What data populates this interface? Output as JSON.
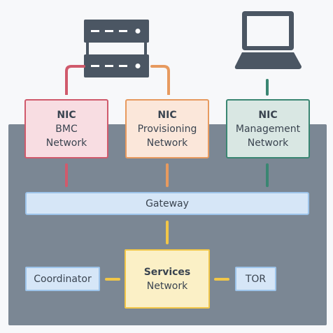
{
  "diagram": {
    "server_icon": "server-rack-icon",
    "laptop_icon": "laptop-icon",
    "nics": [
      {
        "title": "NIC",
        "line1": "BMC",
        "line2": "Network",
        "color": "#d05a6c"
      },
      {
        "title": "NIC",
        "line1": "Provisioning",
        "line2": "Network",
        "color": "#e79a5f"
      },
      {
        "title": "NIC",
        "line1": "Management",
        "line2": "Network",
        "color": "#3a8672"
      }
    ],
    "gateway": {
      "label": "Gateway"
    },
    "services": {
      "title": "Services",
      "subtitle": "Network",
      "color": "#f1c648"
    },
    "coordinator": {
      "label": "Coordinator"
    },
    "tor": {
      "label": "TOR"
    },
    "colors": {
      "panel": "#7b8794",
      "icon_dark": "#4b5663",
      "box_blue_fill": "#d6e6f7",
      "box_blue_border": "#9dc4ea"
    }
  }
}
